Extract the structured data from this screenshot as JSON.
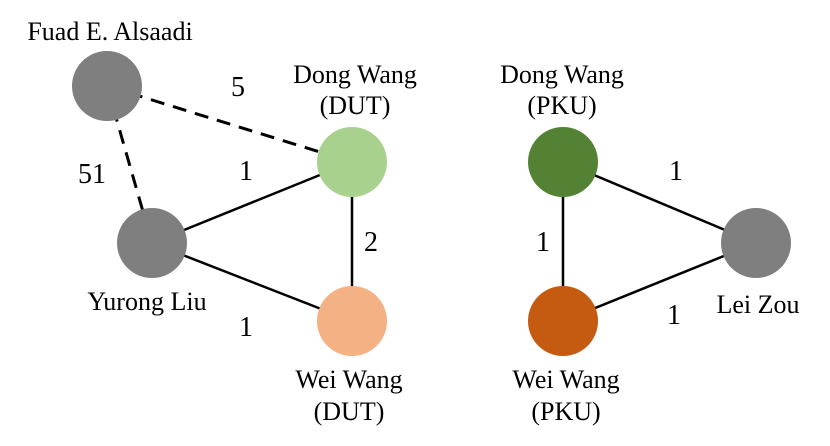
{
  "colors": {
    "gray": "#7f7f7f",
    "light_green": "#a9d18e",
    "light_orange": "#f4b183",
    "dark_green": "#548235",
    "dark_orange": "#c55a11",
    "edge": "#000000"
  },
  "nodes": {
    "fuad": {
      "label_lines": [
        "Fuad E. Alsaadi"
      ],
      "color": "gray"
    },
    "dong_dut": {
      "label_lines": [
        "Dong Wang",
        "(DUT)"
      ],
      "color": "light_green"
    },
    "yurong": {
      "label_lines": [
        "Yurong Liu"
      ],
      "color": "gray"
    },
    "wei_dut": {
      "label_lines": [
        "Wei Wang",
        "(DUT)"
      ],
      "color": "light_orange"
    },
    "dong_pku": {
      "label_lines": [
        "Dong Wang",
        "(PKU)"
      ],
      "color": "dark_green"
    },
    "lei": {
      "label_lines": [
        "Lei Zou"
      ],
      "color": "gray"
    },
    "wei_pku": {
      "label_lines": [
        "Wei Wang",
        "(PKU)"
      ],
      "color": "dark_orange"
    }
  },
  "edges": [
    {
      "id": "fuad-dong_dut",
      "from": "fuad",
      "to": "dong_dut",
      "weight": "5",
      "style": "dashed"
    },
    {
      "id": "fuad-yurong",
      "from": "fuad",
      "to": "yurong",
      "weight": "51",
      "style": "dashed"
    },
    {
      "id": "yurong-dong_dut",
      "from": "yurong",
      "to": "dong_dut",
      "weight": "1",
      "style": "solid"
    },
    {
      "id": "dong_dut-wei_dut",
      "from": "dong_dut",
      "to": "wei_dut",
      "weight": "2",
      "style": "solid"
    },
    {
      "id": "yurong-wei_dut",
      "from": "yurong",
      "to": "wei_dut",
      "weight": "1",
      "style": "solid"
    },
    {
      "id": "dong_pku-wei_pku",
      "from": "dong_pku",
      "to": "wei_pku",
      "weight": "1",
      "style": "solid"
    },
    {
      "id": "dong_pku-lei",
      "from": "dong_pku",
      "to": "lei",
      "weight": "1",
      "style": "solid"
    },
    {
      "id": "wei_pku-lei",
      "from": "wei_pku",
      "to": "lei",
      "weight": "1",
      "style": "solid"
    }
  ]
}
